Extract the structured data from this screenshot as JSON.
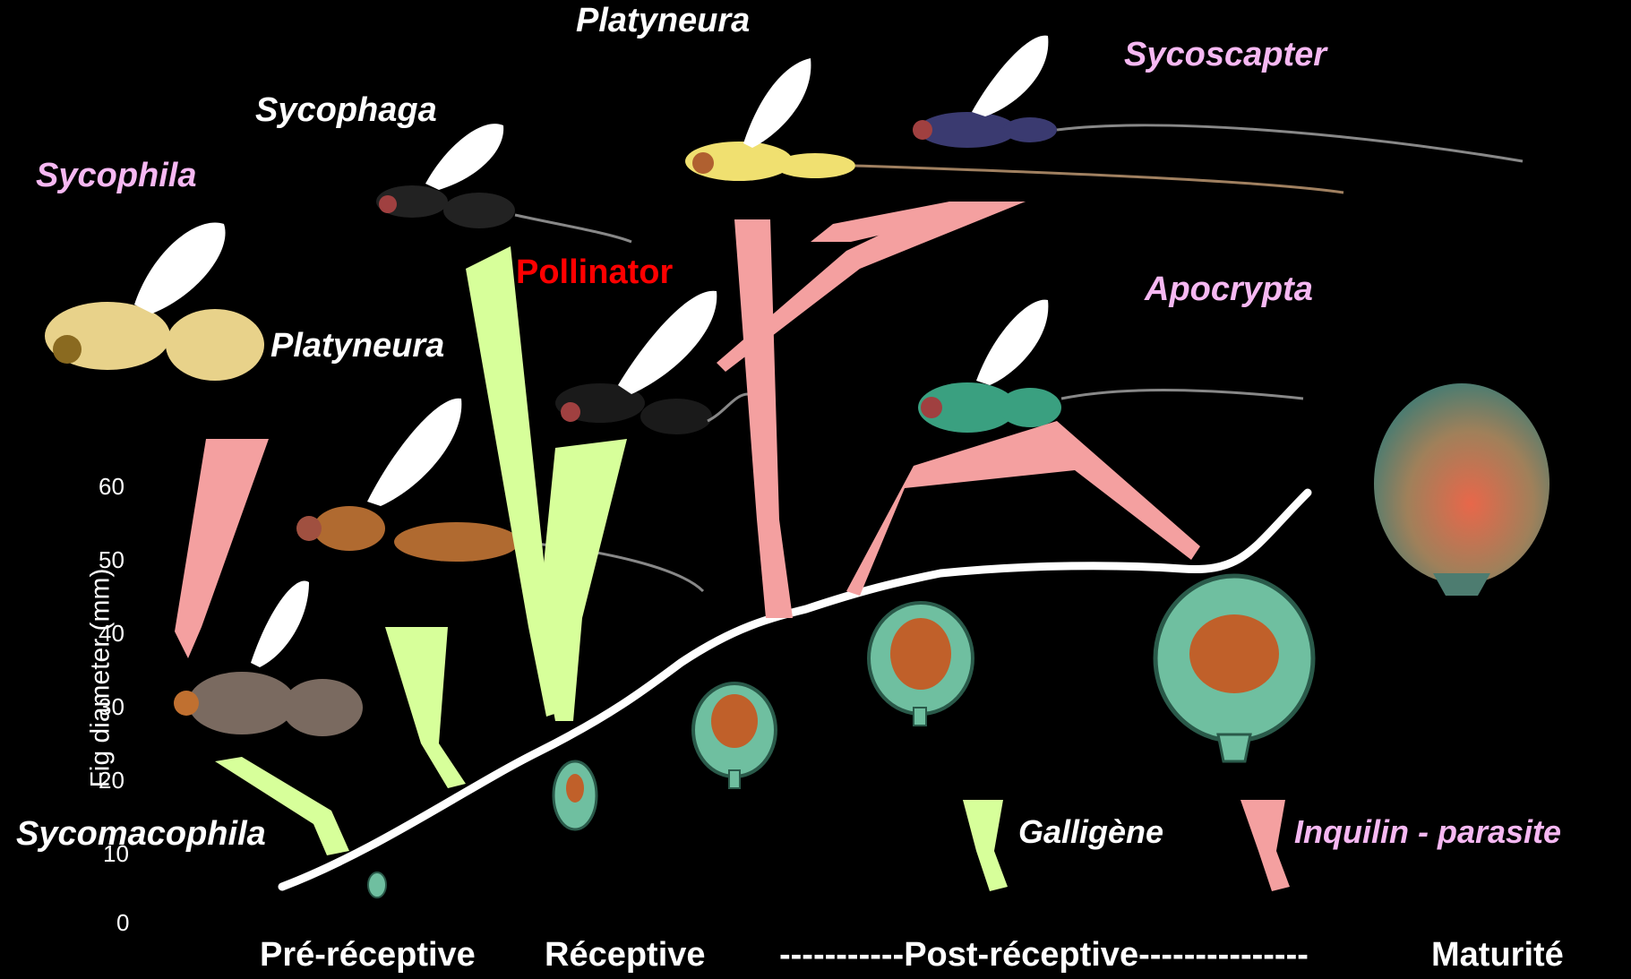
{
  "colors": {
    "background": "#000000",
    "galligene_arrow": "#d7ff9a",
    "inquilin_arrow": "#f4a0a0",
    "inquilin_text": "#f6b8f2",
    "pollinator_text": "#ff0000",
    "growth_curve": "#ffffff",
    "fig_fill": "#6fbfa0",
    "fig_core": "#c0602a"
  },
  "species": {
    "sycophila": "Sycophila",
    "sycophaga": "Sycophaga",
    "platyneura_top": "Platyneura",
    "platyneura_mid": "Platyneura",
    "sycoscapter": "Sycoscapter",
    "apocrypta": "Apocrypta",
    "pollinator": "Pollinator",
    "sycomacophila": "Sycomacophila"
  },
  "axis": {
    "ylabel": "Fig diameter (mm)",
    "ticks": [
      "60",
      "50",
      "40",
      "30",
      "20",
      "10",
      "0"
    ]
  },
  "stages": {
    "pre_receptive": "Pré-réceptive",
    "receptive": "Réceptive",
    "post_receptive": "-----------Post-réceptive---------------",
    "maturity": "Maturité"
  },
  "legend": {
    "galligene": "Galligène",
    "inquilin": "Inquilin - parasite"
  }
}
